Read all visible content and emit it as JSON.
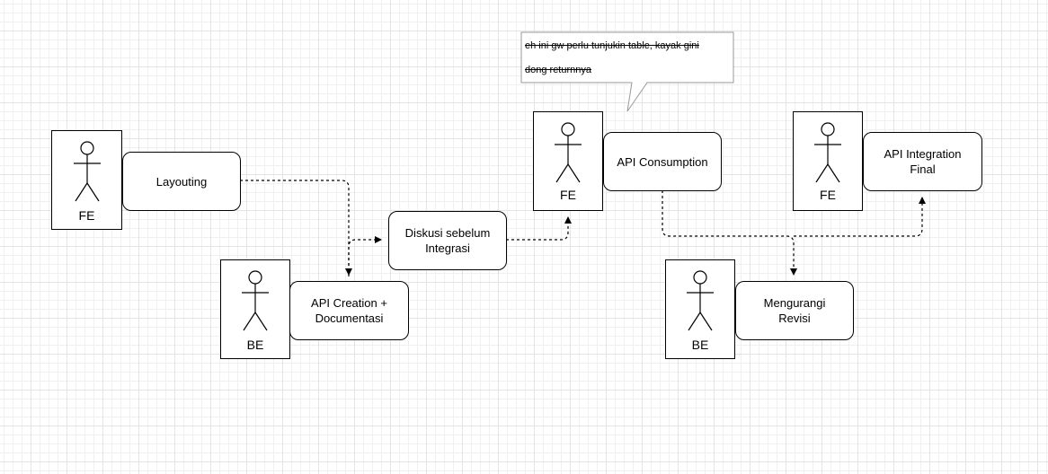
{
  "actors": [
    {
      "id": "fe-1",
      "label": "FE"
    },
    {
      "id": "be-1",
      "label": "BE"
    },
    {
      "id": "fe-2",
      "label": "FE"
    },
    {
      "id": "fe-3",
      "label": "FE"
    },
    {
      "id": "be-2",
      "label": "BE"
    }
  ],
  "nodes": {
    "layouting": "Layouting",
    "api_creation": "API Creation +\nDocumentasi",
    "diskusi": "Diskusi sebelum\nIntegrasi",
    "api_consumption": "API Consumption",
    "api_integration_final": "API Integration Final",
    "mengurangi_revisi": "Mengurangi\nRevisi"
  },
  "note": {
    "text": "eh ini gw perlu tunjukin table, kayak gini\ndong returnnya"
  },
  "colors": {
    "line": "#000000",
    "grid": "#e4e4e4",
    "note_border": "#999999"
  }
}
